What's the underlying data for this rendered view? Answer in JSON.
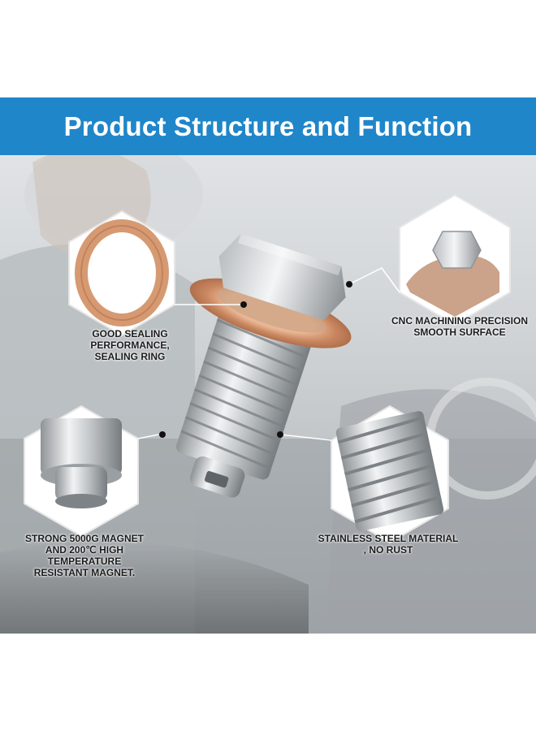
{
  "banner": {
    "title": "Product Structure and Function",
    "color": "#1f86c9"
  },
  "features": {
    "sealing": {
      "text": "GOOD SEALING\nPERFORMANCE,\nSEALING RING"
    },
    "cnc": {
      "text": "CNC MACHINING PRECISION\nSMOOTH SURFACE"
    },
    "magnet": {
      "text": "STRONG 5000G MAGNET\nAND 200℃ HIGH\nTEMPERATURE\nRESISTANT MAGNET."
    },
    "steel": {
      "text": "STAINLESS STEEL MATERIAL\n, NO RUST"
    }
  },
  "colors": {
    "copper": "#d69a72",
    "steel": "#c9ccce",
    "leader_line": "#ffffff"
  }
}
